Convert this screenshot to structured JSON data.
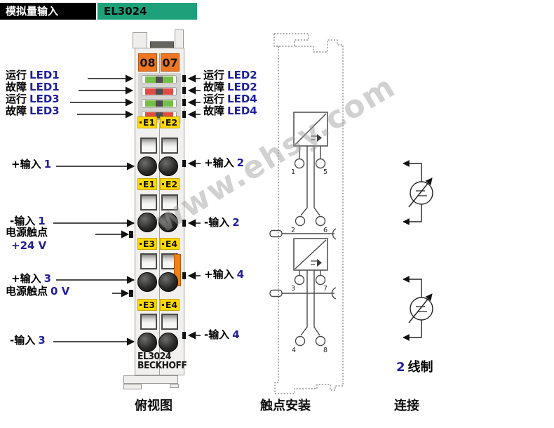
{
  "header": {
    "title": "模拟量输入",
    "model": "EL3024"
  },
  "watermark": "www.ehsy.com",
  "device": {
    "slot_numbers": [
      "08",
      "07"
    ],
    "plates": [
      "E1",
      "E2",
      "E1",
      "E2",
      "E3",
      "E4",
      "E3",
      "E4"
    ],
    "model": "EL3024",
    "brand": "BECKHOFF"
  },
  "led_labels": {
    "left": [
      {
        "zh": "运行",
        "id": "LED1"
      },
      {
        "zh": "故障",
        "id": "LED1"
      },
      {
        "zh": "运行",
        "id": "LED3"
      },
      {
        "zh": "故障",
        "id": "LED3"
      }
    ],
    "right": [
      {
        "zh": "运行",
        "id": "LED2"
      },
      {
        "zh": "故障",
        "id": "LED2"
      },
      {
        "zh": "运行",
        "id": "LED4"
      },
      {
        "zh": "故障",
        "id": "LED4"
      }
    ]
  },
  "io_labels": {
    "in1p": {
      "t": "+输入",
      "n": "1"
    },
    "in1n": {
      "t": "-输入",
      "n": "1"
    },
    "pc": {
      "t": "电源触点"
    },
    "pc24": {
      "v": "+24 V"
    },
    "in3p": {
      "t": "+输入",
      "n": "3"
    },
    "pc0": {
      "t": "电源触点",
      "v": "0 V"
    },
    "in3n": {
      "t": "-输入",
      "n": "3"
    },
    "in2p": {
      "t": "+输入",
      "n": "2"
    },
    "in2n": {
      "t": "-输入",
      "n": "2"
    },
    "in4p": {
      "t": "+输入",
      "n": "4"
    },
    "in4n": {
      "t": "-输入",
      "n": "4"
    }
  },
  "wiring": {
    "contact_numbers": [
      "1",
      "5",
      "2",
      "6",
      "3",
      "7",
      "4",
      "8"
    ]
  },
  "connection": {
    "wire_type_num": "2",
    "wire_type_text": "线制"
  },
  "captions": {
    "top_view": "俯视图",
    "contact_assembly": "触点安装",
    "connection": "连接"
  },
  "colors": {
    "header_green": "#1ea17b",
    "plate_orange": "#ee7622",
    "plate_yellow": "#ffd900",
    "led_green": "#74bf45",
    "led_red": "#e04b44",
    "label_blue": "#1f1f9e"
  }
}
